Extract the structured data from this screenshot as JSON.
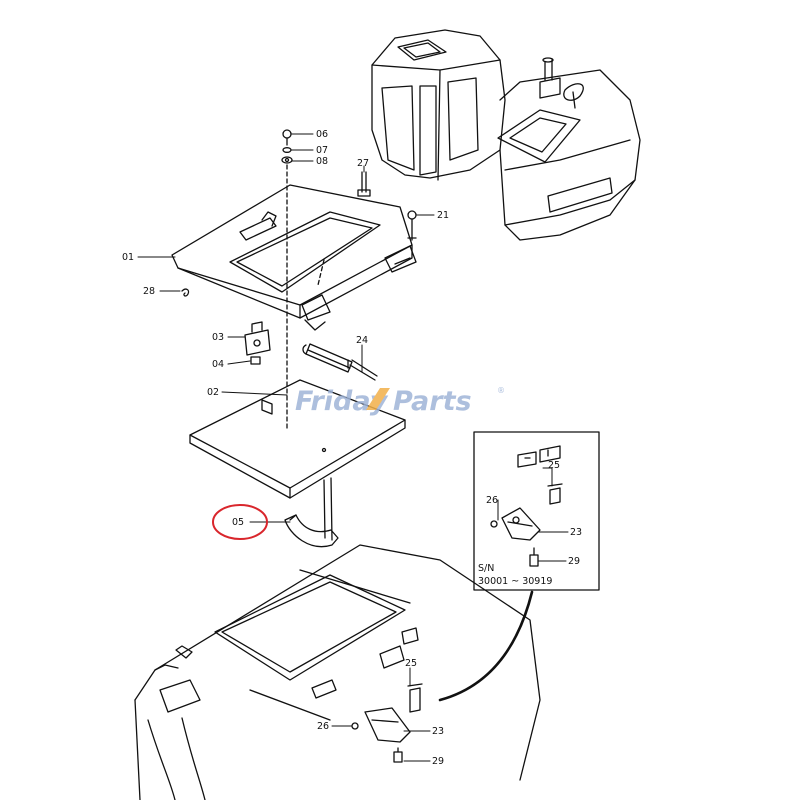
{
  "diagram": {
    "callouts": {
      "c06": "06",
      "c07": "07",
      "c08": "08",
      "c27": "27",
      "c21": "21",
      "c01": "01",
      "c28": "28",
      "c03": "03",
      "c04": "04",
      "c24": "24",
      "c02": "02",
      "c05": "05"
    },
    "inset": {
      "serial_label": "S/N",
      "serial_range": "30001 ~ 30919",
      "c25": "25",
      "c26": "26",
      "c23": "23",
      "c29": "29"
    },
    "bottom": {
      "c25": "25",
      "c26": "26",
      "c23": "23",
      "c29": "29"
    },
    "watermark": {
      "part1": "Friday",
      "part2": "Parts",
      "mark": "®"
    },
    "highlight_color": "#d9262c",
    "watermark_colors": {
      "friday": "#9fb4d8",
      "parts": "#9fb4d8",
      "slash": "#f2b04a"
    }
  }
}
